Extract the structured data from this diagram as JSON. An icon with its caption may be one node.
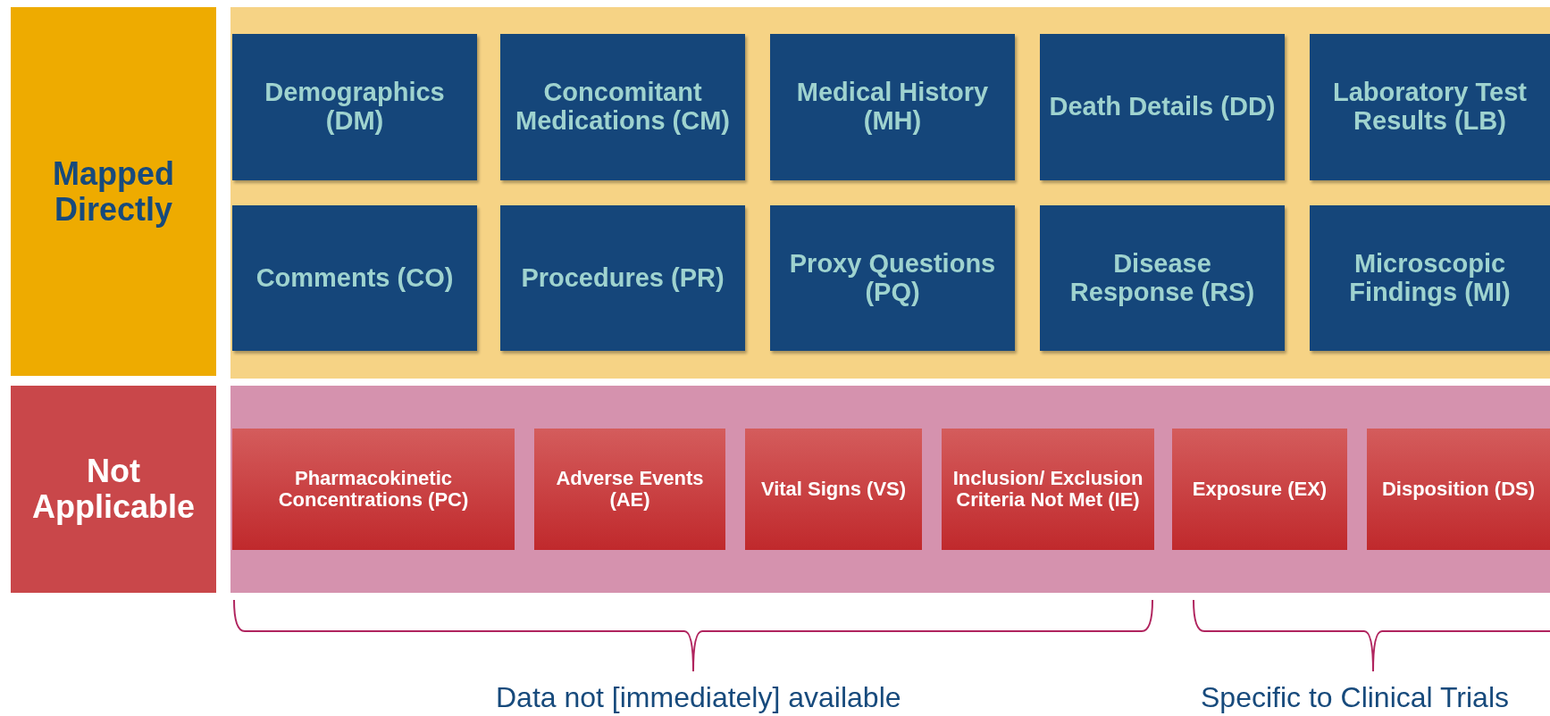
{
  "diagram": {
    "nodes": [
      {
        "text": [
          "Mapped Directly"
        ]
      },
      {
        "text": [],
        "shape": "box"
      },
      {
        "text": [
          "Demographics (DM)"
        ],
        "in": 1
      },
      {
        "text": [
          "Concomitant Medications (CM)"
        ],
        "in": 1
      },
      {
        "text": [
          "Medical History (MH)"
        ],
        "in": 1
      },
      {
        "text": [
          "Death Details (DD)"
        ],
        "in": 1
      },
      {
        "text": [
          "Laboratory Test Results (LB)"
        ],
        "in": 1
      },
      {
        "text": [
          "Comments (CO)"
        ],
        "in": 1
      },
      {
        "text": [
          "Procedures (PR)"
        ],
        "in": 1
      },
      {
        "text": [
          "Proxy Questions (PQ)"
        ],
        "in": 1
      },
      {
        "text": [
          "Disease Response (RS)"
        ],
        "in": 1
      },
      {
        "text": [
          "Microscopic Findings (MI)"
        ],
        "in": 1
      },
      {
        "text": [
          "Not Applicable"
        ]
      },
      {
        "text": [],
        "shape": "box"
      },
      {
        "text": [
          "Pharmacokinetic Concentrations (PC)"
        ],
        "in": 13
      },
      {
        "text": [
          "Adverse Events (AE)"
        ],
        "in": 13
      },
      {
        "text": [
          "Vital Signs (VS)"
        ],
        "in": 13
      },
      {
        "text": [
          "Inclusion/ Exclusion Criteria Not Met (IE)"
        ],
        "in": 13
      },
      {
        "text": [
          "Exposure (EX)"
        ],
        "in": 13
      },
      {
        "text": [
          "Disposition (DS)"
        ],
        "in": 13
      }
    ],
    "labels": [
      "Data not [immediately] available",
      "Specific to Clinical Trials"
    ]
  }
}
